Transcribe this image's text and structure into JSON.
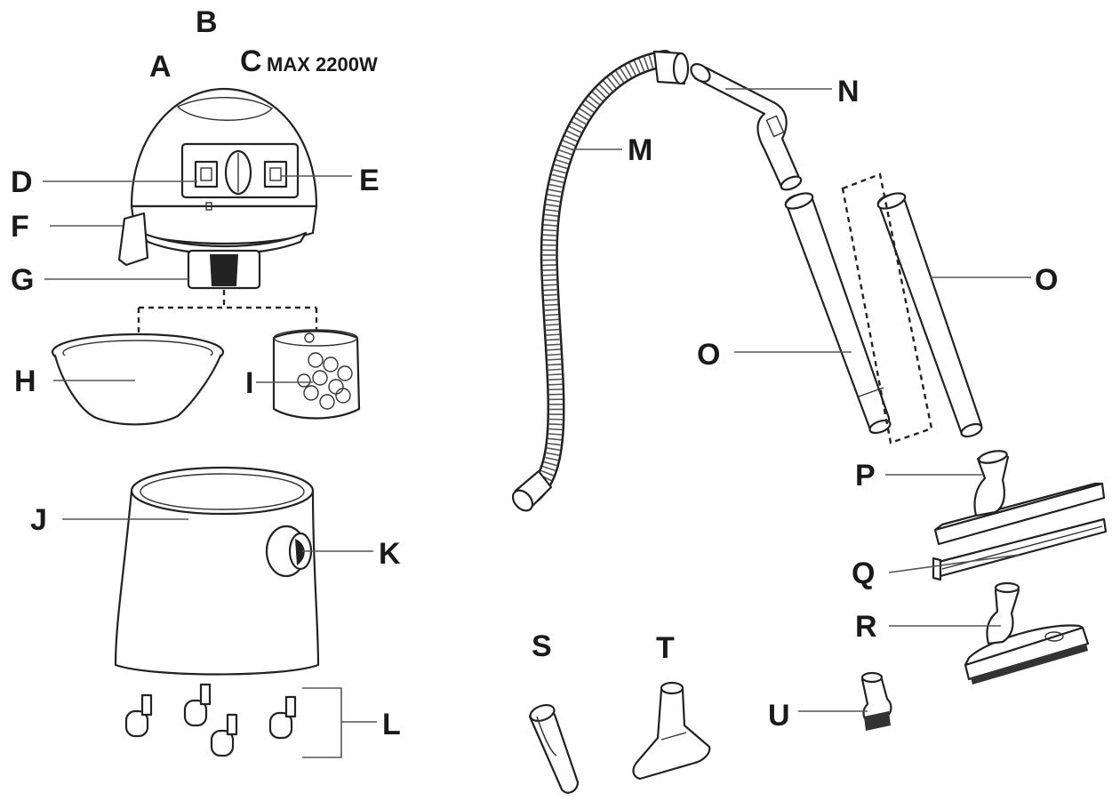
{
  "diagram": {
    "max_power_label": "MAX 2200W",
    "part_labels": {
      "A": "A",
      "B": "B",
      "C": "C",
      "D": "D",
      "E": "E",
      "F": "F",
      "G": "G",
      "H": "H",
      "I": "I",
      "J": "J",
      "K": "K",
      "L": "L",
      "M": "M",
      "N": "N",
      "O1": "O",
      "O2": "O",
      "P": "P",
      "Q": "Q",
      "R": "R",
      "S": "S",
      "T": "T",
      "U": "U"
    }
  }
}
